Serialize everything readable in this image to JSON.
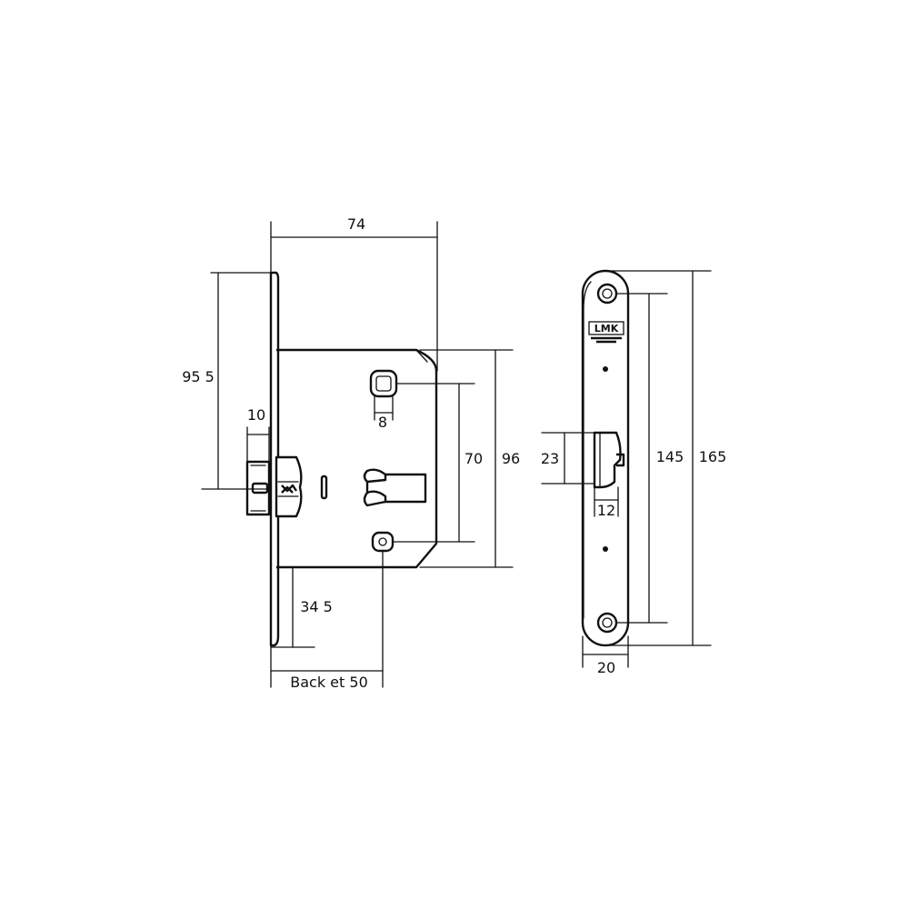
{
  "dimensions": {
    "width_74": "74",
    "faceplate_offset_95_5": "95 5",
    "latch_10": "10",
    "keyhole_8": "8",
    "spacing_70": "70",
    "height_96": "96",
    "bottom_34_5": "34 5",
    "backset": "Back  et 50",
    "latch_23": "23",
    "latch_12": "12",
    "screws_145": "145",
    "plate_165": "165",
    "plate_width_20": "20"
  },
  "logo": {
    "text": "LMK"
  },
  "colors": {
    "line": "#111111",
    "background": "#ffffff"
  }
}
